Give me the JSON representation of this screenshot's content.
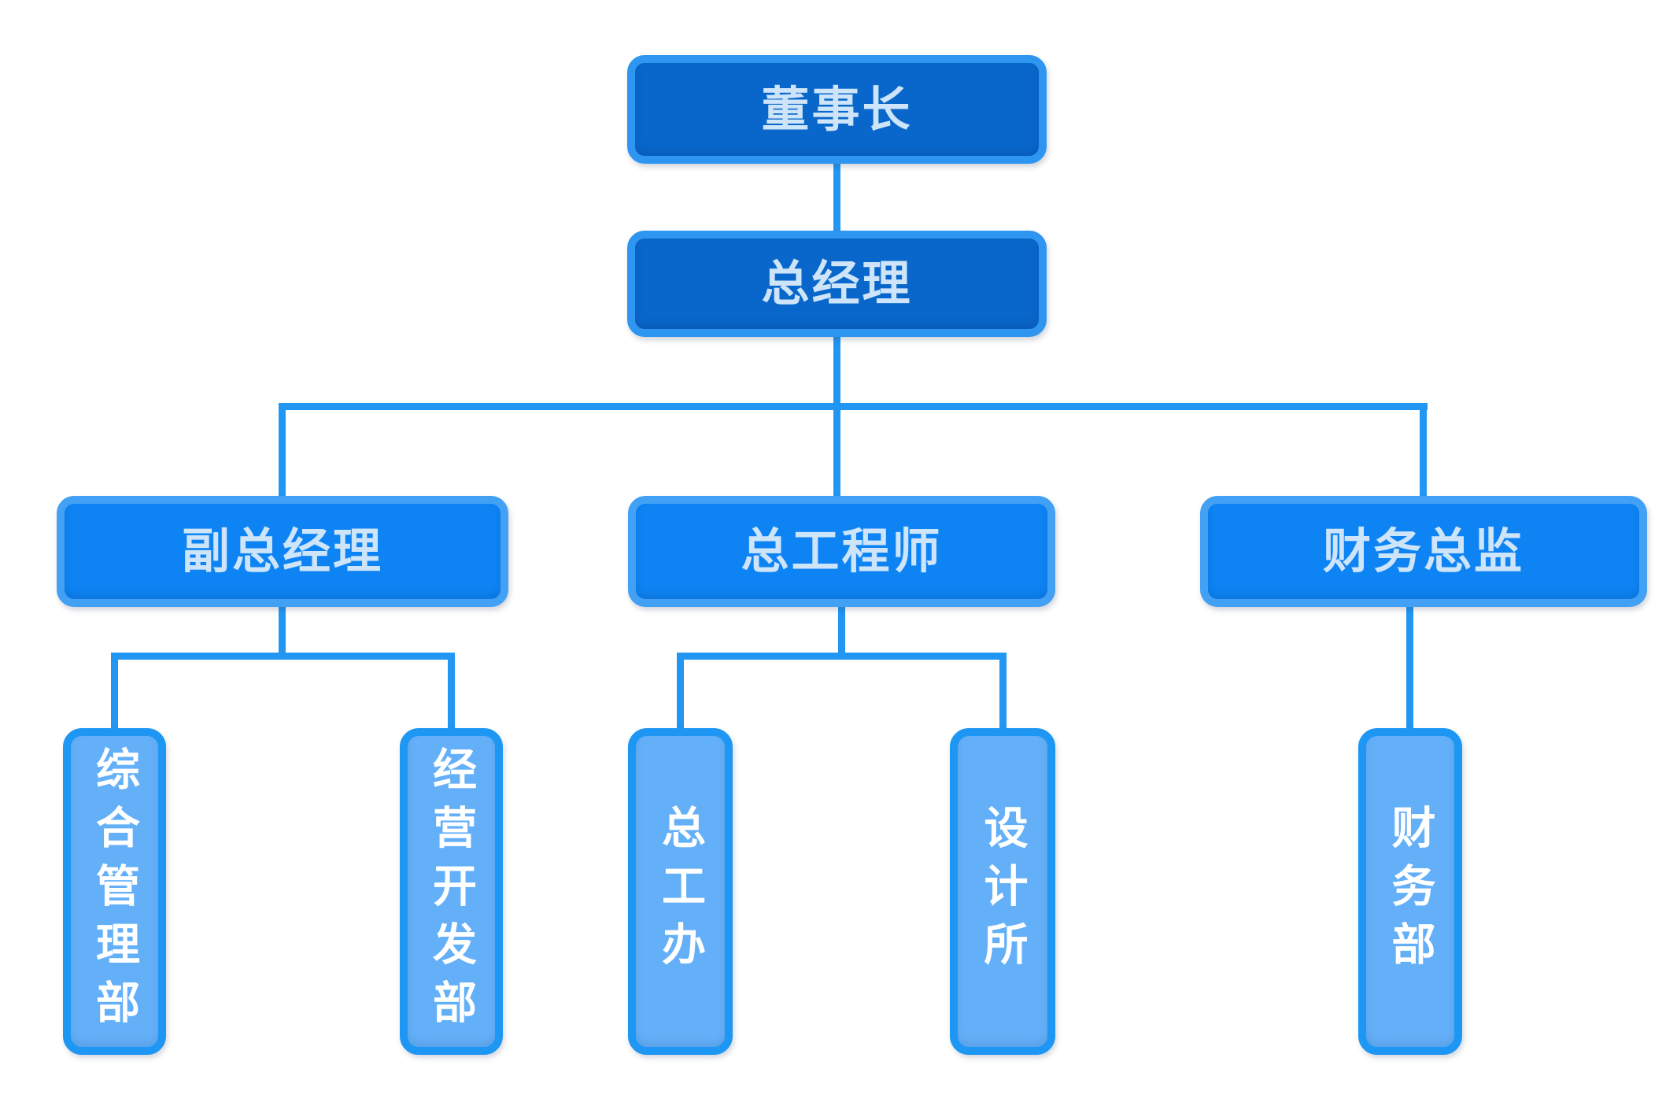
{
  "org": {
    "level1": {
      "label": "董事长"
    },
    "level2": {
      "label": "总经理"
    },
    "level3": [
      {
        "label": "副总经理",
        "children": [
          "综合管理部",
          "经营开发部"
        ]
      },
      {
        "label": "总工程师",
        "children": [
          "总工办",
          "设计所"
        ]
      },
      {
        "label": "财务总监",
        "children": [
          "财务部"
        ]
      }
    ]
  },
  "colors": {
    "background": "#ffffff",
    "connector": "#2196f3",
    "level1_fill": "#0967cb",
    "level1_border": "#2e96f0",
    "level2_fill": "#0e84f4",
    "level2_border": "#42a1f4",
    "level3_fill": "#64b0f8",
    "level3_border": "#1e96f3",
    "text_light": "#cde4f9",
    "text_white": "#ffffff"
  }
}
